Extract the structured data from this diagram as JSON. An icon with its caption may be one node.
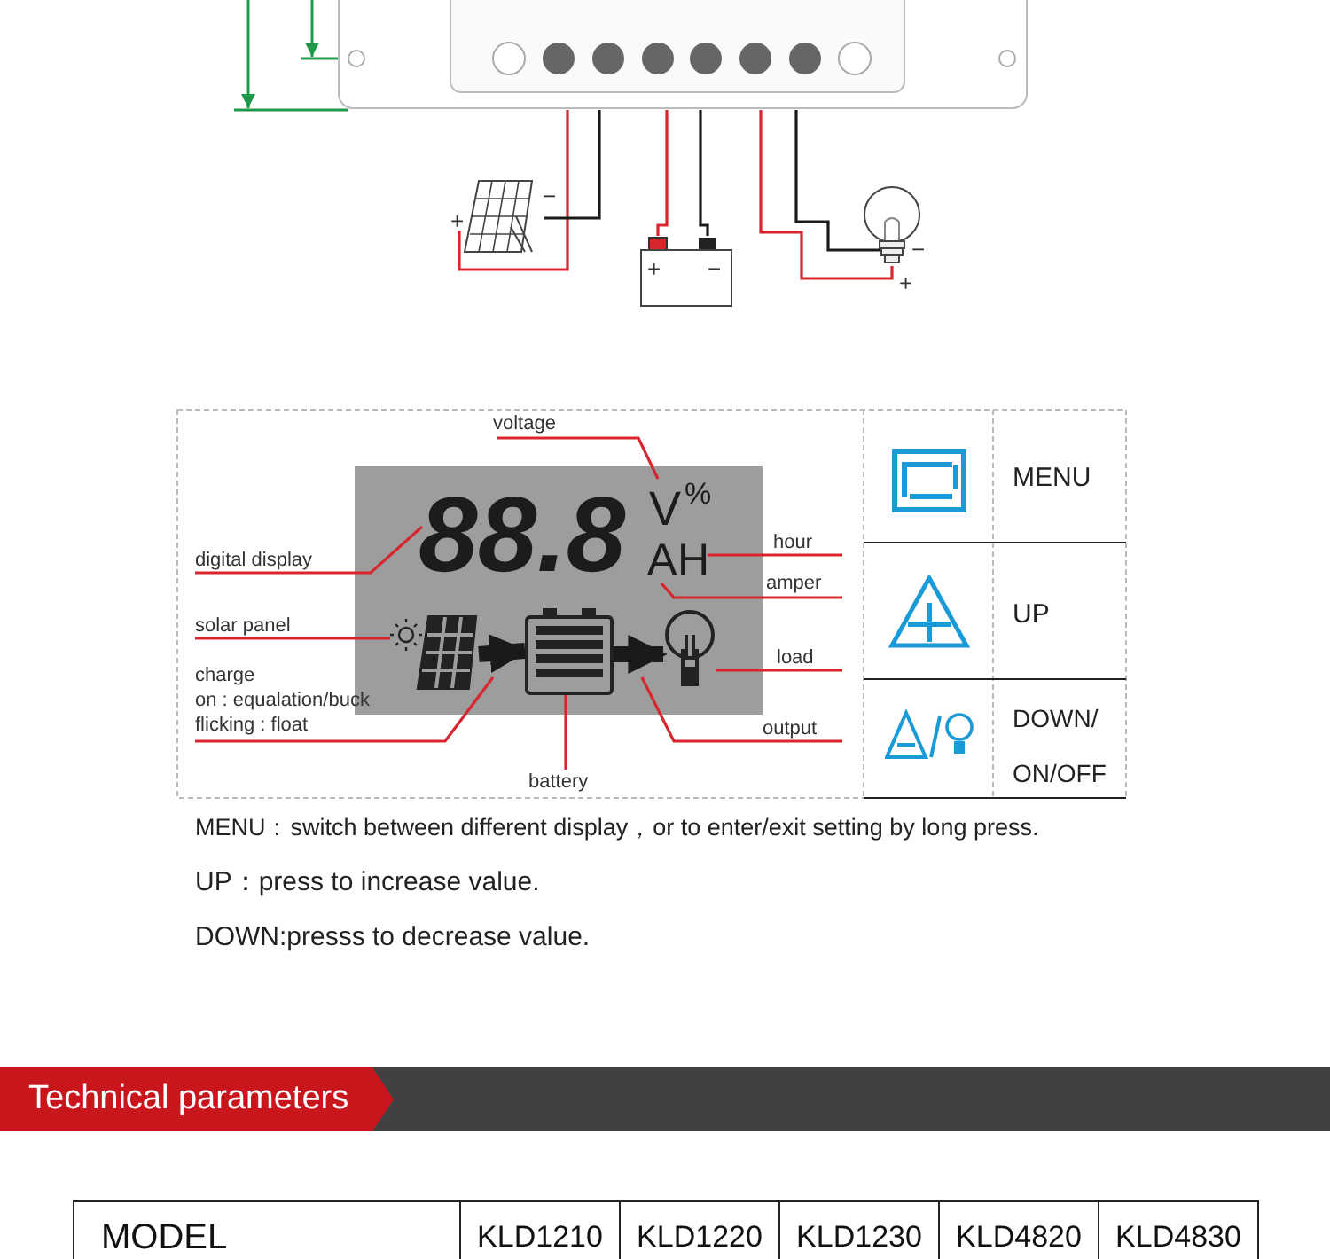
{
  "diagram": {
    "nodes": [
      {
        "text": [],
        "shape": "picture"
      },
      {
        "text": [],
        "shape": "picture"
      },
      {
        "text": [
          "+",
          "−"
        ]
      },
      {
        "text": [],
        "shape": "bulb"
      },
      {
        "text": [],
        "shape": "box"
      },
      {
        "text": [
          "88.8"
        ],
        "in": 4
      },
      {
        "text": [
          "V"
        ],
        "in": 4
      },
      {
        "text": [
          "A"
        ],
        "in": 4
      },
      {
        "text": [
          "H"
        ],
        "in": 4
      },
      {
        "text": [],
        "shape": "panel",
        "in": 4
      },
      {
        "text": [],
        "shape": "picture",
        "in": 4
      },
      {
        "text": [],
        "shape": "bulb",
        "in": 4
      },
      {
        "text": [
          "voltage"
        ]
      },
      {
        "text": [
          "digital display"
        ]
      },
      {
        "text": [
          "solar panel"
        ]
      },
      {
        "text": [
          "charge",
          "on : equalation/buck",
          "flicking : float"
        ]
      },
      {
        "text": [
          "battery"
        ]
      },
      {
        "text": [
          "hour"
        ]
      },
      {
        "text": [
          "amper"
        ]
      },
      {
        "text": [
          "load"
        ]
      },
      {
        "text": [
          "output"
        ]
      },
      {
        "text": [
          "Technical parameters"
        ]
      }
    ],
    "edges": [
      {
        "from": 0,
        "to": 1,
        "arrow": "none",
        "color": "#d7262d"
      },
      {
        "from": 0,
        "to": 1,
        "arrow": "none",
        "color": "#1a1a1a"
      },
      {
        "from": 0,
        "to": 2,
        "arrow": "none",
        "color": "#d7262d"
      },
      {
        "from": 0,
        "to": 2,
        "arrow": "none",
        "color": "#1a1a1a"
      },
      {
        "from": 0,
        "to": 3,
        "arrow": "none",
        "color": "#d7262d"
      },
      {
        "from": 0,
        "to": 3,
        "arrow": "none",
        "color": "#1a1a1a"
      },
      {
        "from": 9,
        "to": 10,
        "arrow": "to",
        "style": "thick",
        "color": "#1a1a1a"
      },
      {
        "from": 10,
        "to": 11,
        "arrow": "to",
        "style": "thick",
        "color": "#1a1a1a"
      },
      {
        "from": 12,
        "to": 6,
        "arrow": "none",
        "color": "#d7262d"
      },
      {
        "from": 13,
        "to": 5,
        "arrow": "none",
        "color": "#d7262d"
      },
      {
        "from": 14,
        "to": 9,
        "arrow": "none",
        "color": "#d7262d"
      },
      {
        "from": 15,
        "to": null,
        "arrow": "none",
        "color": "#d7262d"
      },
      {
        "from": 16,
        "to": 10,
        "arrow": "none",
        "color": "#d7262d"
      },
      {
        "from": 17,
        "to": 8,
        "arrow": "none",
        "color": "#d7262d"
      },
      {
        "from": 18,
        "to": 7,
        "arrow": "none",
        "color": "#d7262d"
      },
      {
        "from": 19,
        "to": 11,
        "arrow": "none",
        "color": "#d7262d"
      },
      {
        "from": 20,
        "to": null,
        "arrow": "none",
        "color": "#d7262d"
      }
    ],
    "labels": [
      "+",
      "−",
      "−",
      "+",
      "%",
      "MENU",
      "UP",
      "DOWN/ ON/OFF",
      "MENU：switch between different display，or to enter/exit setting by long press.",
      "UP：press to increase value.",
      "DOWN:presss to decrease value.",
      "MODEL",
      "KLD1210",
      "KLD1220",
      "KLD1230",
      "KLD4820",
      "KLD4830"
    ]
  }
}
